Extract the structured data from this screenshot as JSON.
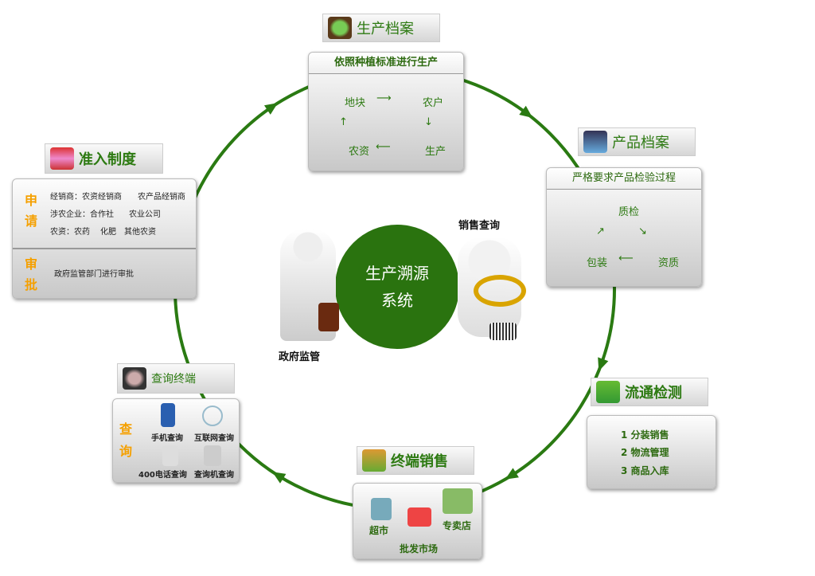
{
  "center": {
    "line1": "生产溯源",
    "line2": "系统"
  },
  "gov_label": "政府监管",
  "sales_label": "销售查询",
  "colors": {
    "ring": "#2a7a12",
    "accent_orange": "#f5a000",
    "text_green": "#2d7a12"
  },
  "production": {
    "title": "生产档案",
    "icon": "seedling-icon",
    "header": "依照种植标准进行生产",
    "nodes": [
      "地块",
      "农户",
      "生产",
      "农资"
    ]
  },
  "product": {
    "title": "产品档案",
    "icon": "monitor-icon",
    "header": "严格要求产品检验过程",
    "nodes": [
      "质检",
      "资质",
      "包装"
    ]
  },
  "circulation": {
    "title": "流通检测",
    "icon": "truck-icon",
    "items": [
      "1  分装销售",
      "2  物流管理",
      "3  商品入库"
    ]
  },
  "terminal_sales": {
    "title": "终端销售",
    "icon": "growth-chart-icon",
    "items": [
      "超市",
      "专卖店",
      "批发市场"
    ]
  },
  "query_terminal": {
    "title": "查询终端",
    "icon": "person-magnifier-icon",
    "side": "查询",
    "items": [
      "手机查询",
      "互联网查询",
      "400电话查询",
      "查询机查询"
    ]
  },
  "access": {
    "title": "准入制度",
    "icon": "books-icon",
    "apply": "申请",
    "apply_lines": [
      [
        "经销商：农资经销商",
        "农产品经销商"
      ],
      [
        "涉农企业：合作社",
        "农业公司"
      ],
      [
        "农资：农药",
        "化肥",
        "其他农资"
      ]
    ],
    "approve": "审批",
    "approve_text": "政府监管部门进行审批"
  }
}
